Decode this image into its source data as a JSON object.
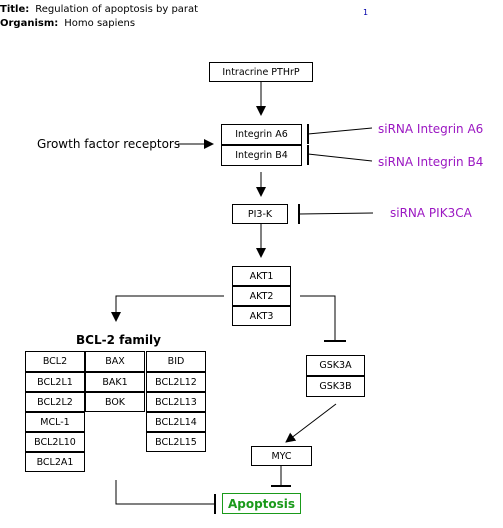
{
  "header": {
    "title_label": "Title:",
    "title_value": "Regulation of apoptosis by parat",
    "organism_label": "Organism:",
    "organism_value": "Homo sapiens",
    "page_number": "1"
  },
  "nodes": {
    "intracrine": "Intracrine PTHrP",
    "integrin_a6": "Integrin A6",
    "integrin_b4": "Integrin B4",
    "pi3k": "PI3-K",
    "akt1": "AKT1",
    "akt2": "AKT2",
    "akt3": "AKT3",
    "gsk3a": "GSK3A",
    "gsk3b": "GSK3B",
    "myc": "MYC",
    "apoptosis": "Apoptosis"
  },
  "labels": {
    "growth_factor": "Growth factor receptors",
    "sirna_a6": "siRNA Integrin A6",
    "sirna_b4": "siRNA Integrin B4",
    "sirna_pik3ca": "siRNA PIK3CA"
  },
  "bcl2_family": {
    "title": "BCL-2 family",
    "col1": [
      "BCL2",
      "BCL2L1",
      "BCL2L2",
      "MCL-1",
      "BCL2L10",
      "BCL2A1"
    ],
    "col2": [
      "BAX",
      "BAK1",
      "BOK"
    ],
    "col3": [
      "BID",
      "BCL2L12",
      "BCL2L13",
      "BCL2L14",
      "BCL2L15"
    ]
  },
  "colors": {
    "sirna": "#9b17c2",
    "apoptosis": "#1a9a1a",
    "link": "#0000aa"
  }
}
